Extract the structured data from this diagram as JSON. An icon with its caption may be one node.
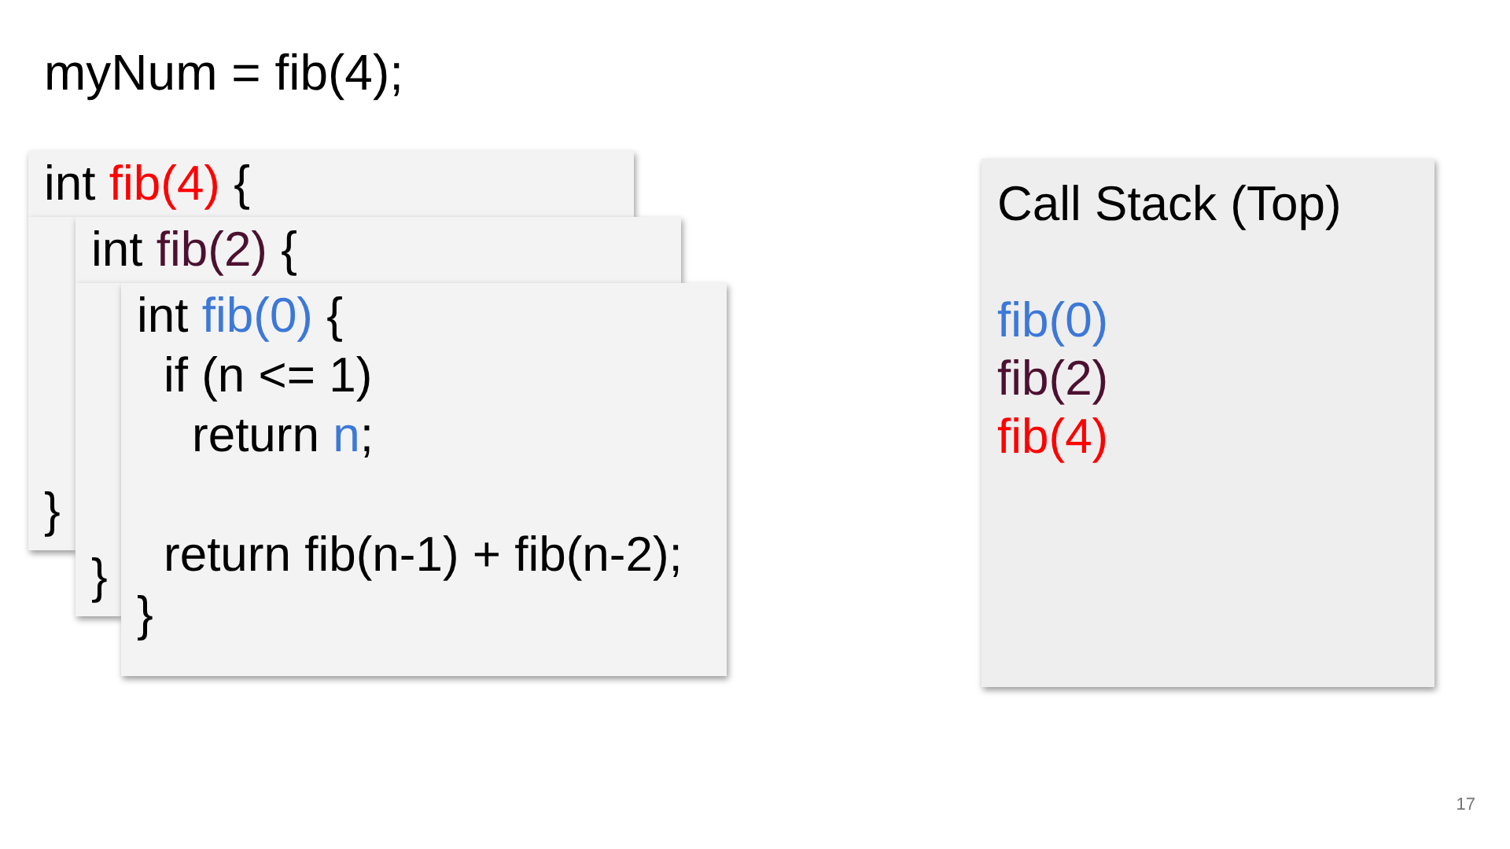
{
  "diagram": {
    "title": "myNum = fib(4);",
    "nodes": [
      {
        "text": [
          "int fib(4) {",
          "}"
        ]
      },
      {
        "text": [
          "int fib(2) {",
          "}"
        ]
      },
      {
        "text": [
          "int fib(0) {",
          "if (n <= 1)",
          "return n;",
          "return fib(n-1) + fib(n-2);",
          "}"
        ]
      },
      {
        "text": [
          "Call Stack (Top)",
          "fib(0)",
          "fib(2)",
          "fib(4)"
        ]
      }
    ],
    "edges": [],
    "labels": [
      "17"
    ]
  }
}
